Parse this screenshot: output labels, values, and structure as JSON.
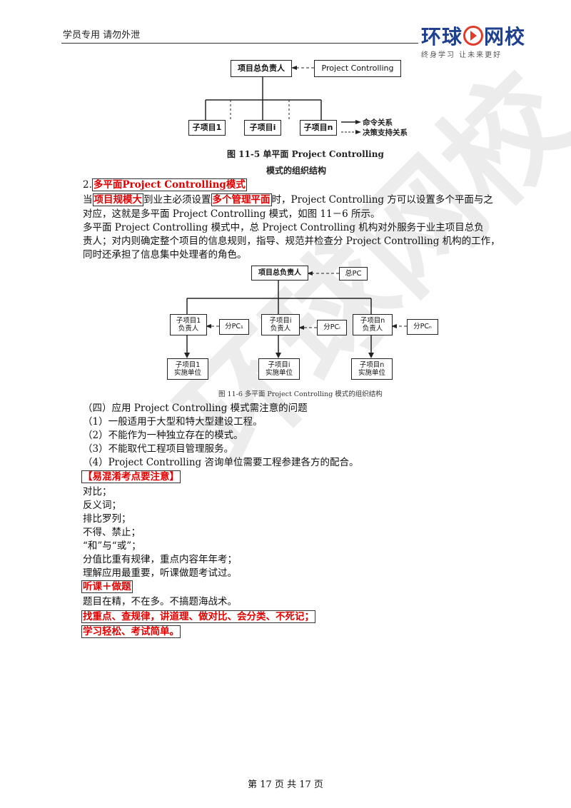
{
  "header": {
    "left_text": "学员专用 请勿外泄",
    "logo_text_a": "环球",
    "logo_text_b": "网校",
    "logo_slogan": "终身学习 让未来更好"
  },
  "watermark": "环球网校",
  "figure1": {
    "top_box": "项目总负责人",
    "pc_box": "Project Controlling",
    "sub1": "子项目1",
    "subi": "子项目i",
    "subn": "子项目n",
    "legend_command": "命令关系",
    "legend_decision": "决策支持关系",
    "caption_line1": "图 11-5   单平面 Project Controlling",
    "caption_line2": "模式的组织结构"
  },
  "section": {
    "heading_num": "2.",
    "heading_text": "多平面Project  Controlling模式",
    "p1_a": "当",
    "p1_b": "项目规模大",
    "p1_c": "到业主必须设置",
    "p1_d": "多个管理平面",
    "p1_e": "时，Project Controlling 方可以设置多个平面与之",
    "p1_line2": "对应，这就是多平面 Project Controlling 模式，如图 11－6 所示。",
    "p2_line1": "多平面 Project  Controlling 模式中，总 Project Controlling 机构对外服务于业主项目总负",
    "p2_line2": "责人；对内则确定整个项目的信息规则，指导、规范并检查分 Project  Controlling 机构的工作，",
    "p2_line3": "同时还承担了信息集中处理者的角色。"
  },
  "figure2": {
    "top_box": "项目总负责人",
    "total_pc": "总PC",
    "m1_line1": "子项目1",
    "m1_line2": "负责人",
    "mi_line1": "子项目i",
    "mi_line2": "负责人",
    "mn_line1": "子项目n",
    "mn_line2": "负责人",
    "pc1": "分PC₁",
    "pci": "分PCᵢ",
    "pcn": "分PCₙ",
    "b1_line1": "子项目1",
    "b1_line2": "实施单位",
    "bi_line1": "子项目i",
    "bi_line2": "实施单位",
    "bn_line1": "子项目n",
    "bn_line2": "实施单位",
    "caption": "图 11-6   多平面 Project Controlling 模式的组织结构"
  },
  "notes": {
    "l1": "（四）应用 Project  Controlling 模式需注意的问题",
    "l2": "（1）一般适用于大型和特大型建设工程。",
    "l3": "（2）不能作为一种独立存在的模式。",
    "l4": "（3）不能取代工程项目管理服务。",
    "l5": "（4）Project  Controlling 咨询单位需要工程参建各方的配合。",
    "box1": "【易混淆考点要注意】",
    "l6": "对比；",
    "l7": "反义词；",
    "l8": "排比罗列；",
    "l9": "不得、禁止；",
    "l10": "“和”与“或”；",
    "l11": "分值比重有规律，重点内容年年考；",
    "l12": "理解应用最重要，听课做题考试过。",
    "box2": "听课＋做题",
    "l13": "题目在精，不在多。不搞题海战术。",
    "box3": "找重点、查规律，讲道理、做对比、会分类、不死记；",
    "box4": "学习轻松、考试简单。"
  },
  "footer": {
    "page_text": "第 17 页 共 17 页"
  }
}
